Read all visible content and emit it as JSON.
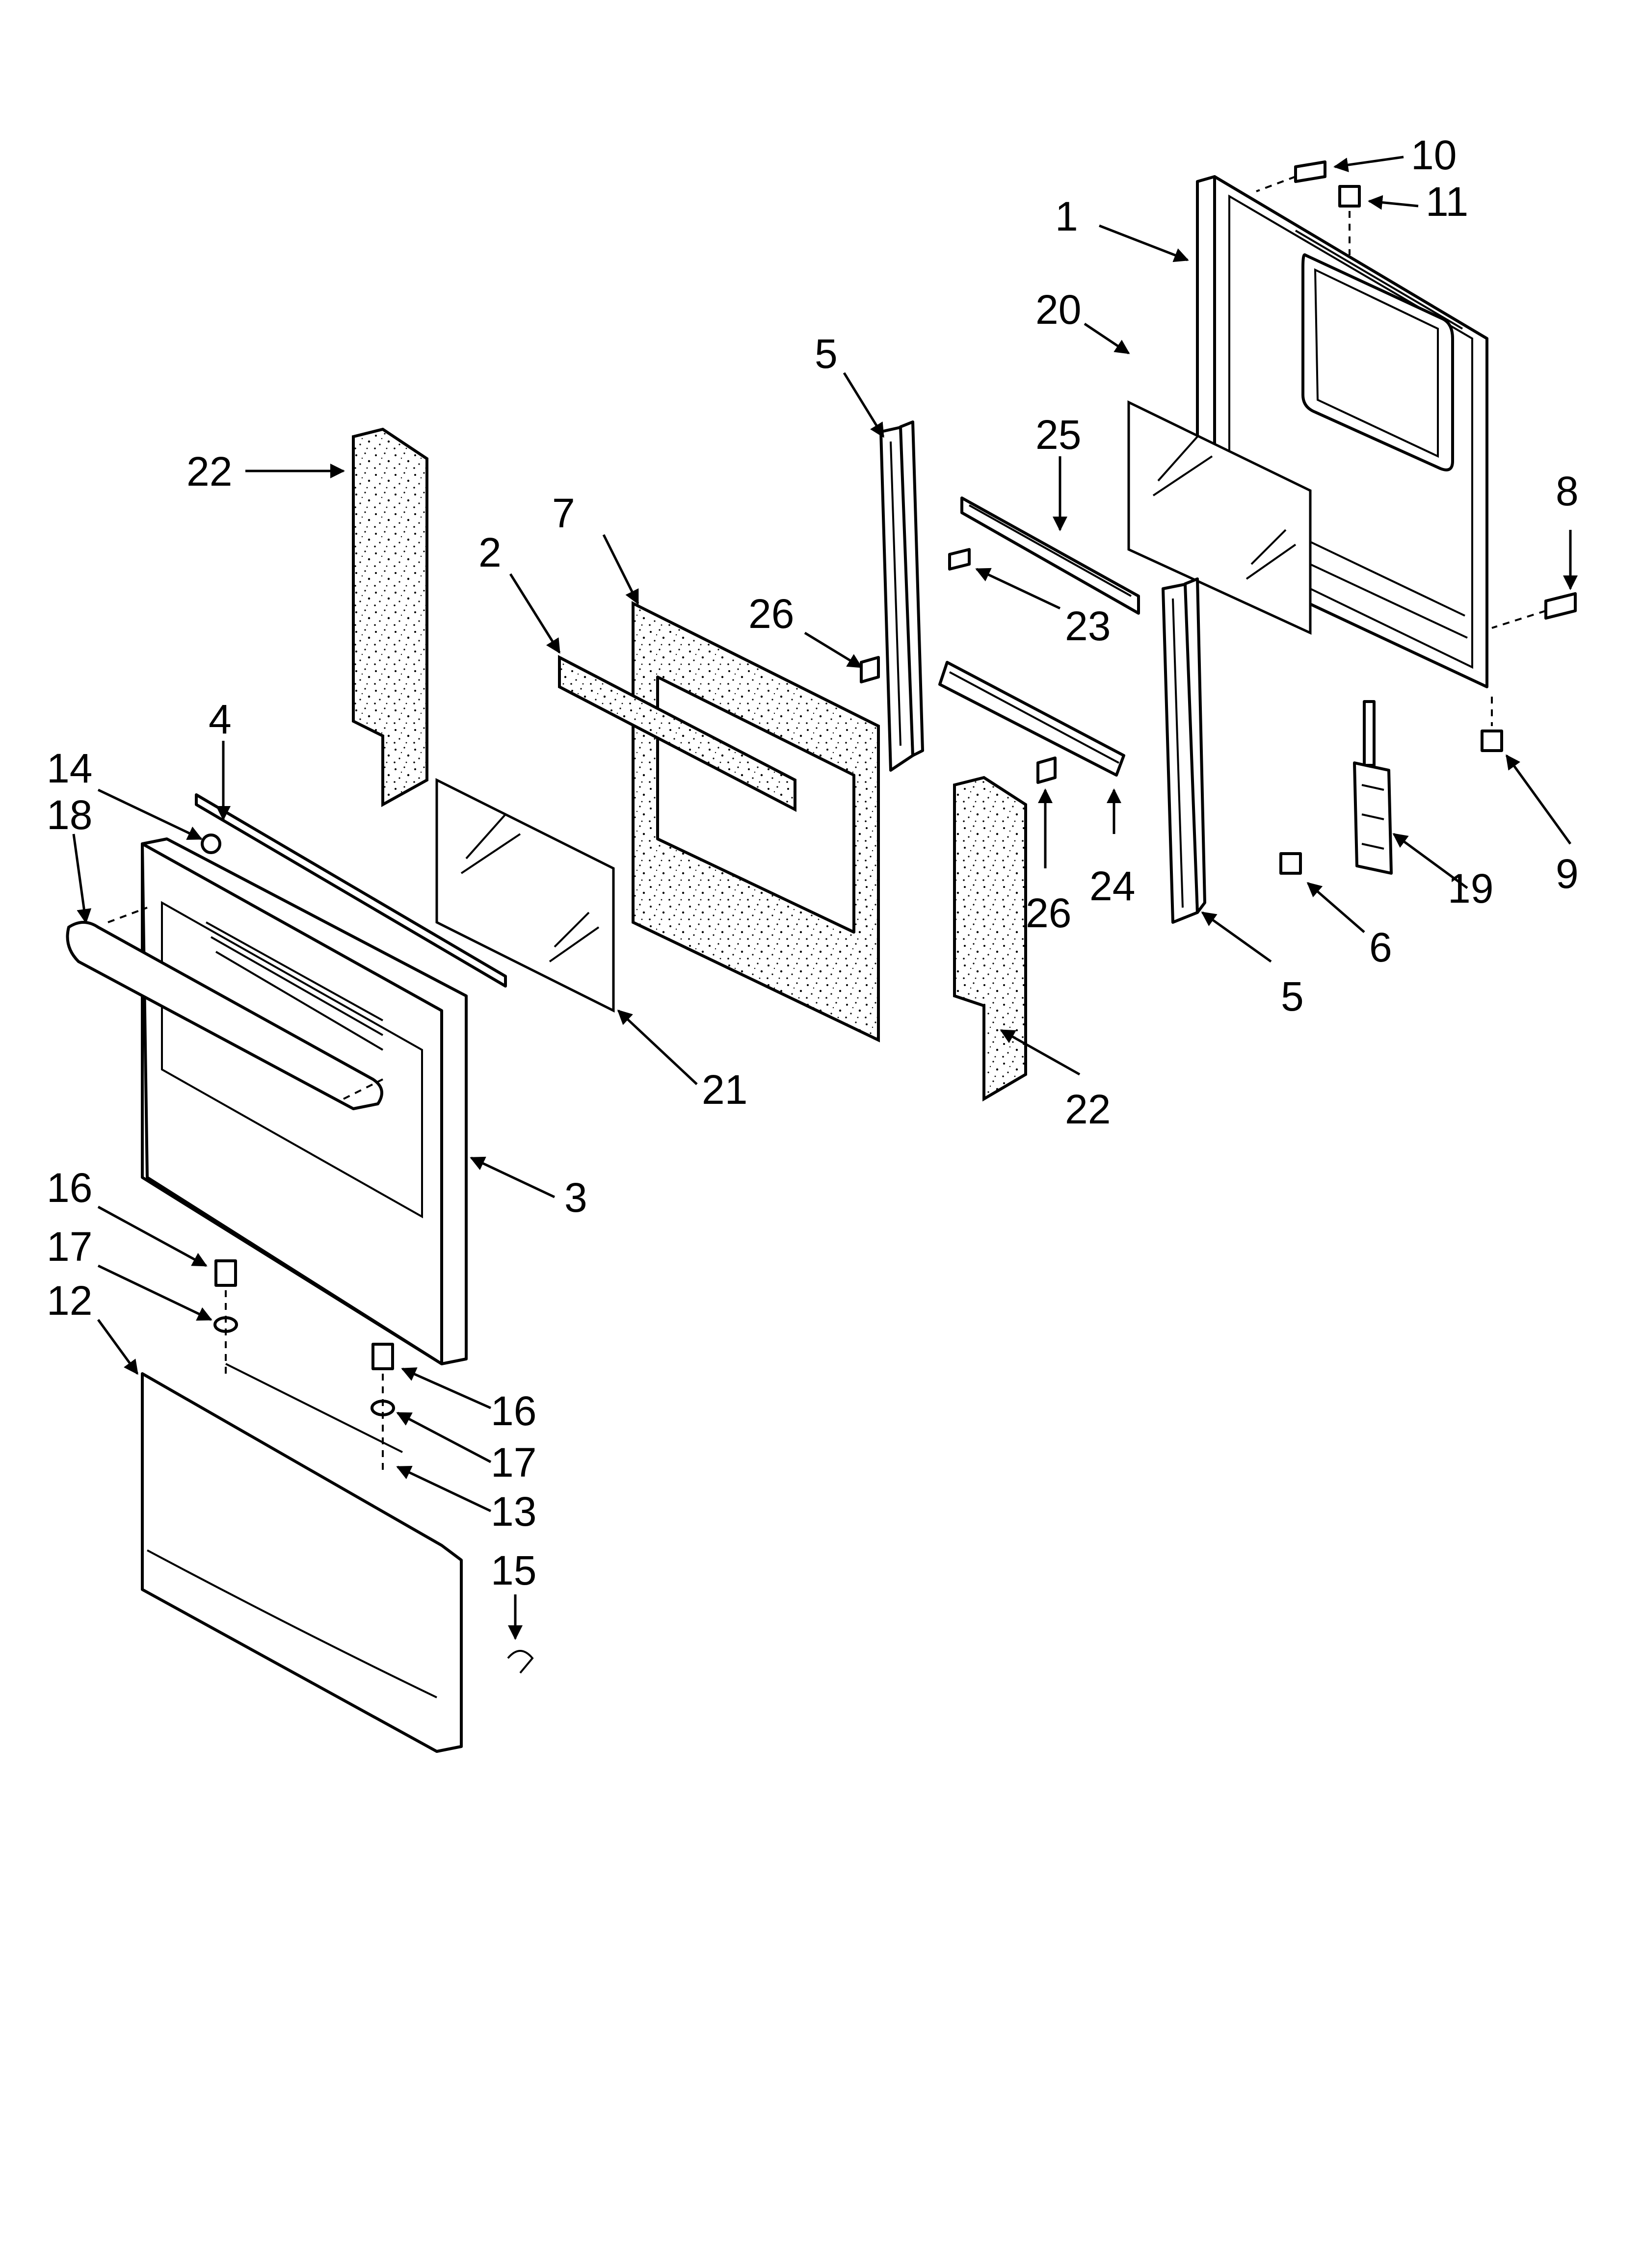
{
  "diagram": {
    "callouts": [
      {
        "id": "c-1",
        "text": "1"
      },
      {
        "id": "c-2",
        "text": "2"
      },
      {
        "id": "c-3",
        "text": "3"
      },
      {
        "id": "c-4",
        "text": "4"
      },
      {
        "id": "c-5a",
        "text": "5"
      },
      {
        "id": "c-5b",
        "text": "5"
      },
      {
        "id": "c-6",
        "text": "6"
      },
      {
        "id": "c-7",
        "text": "7"
      },
      {
        "id": "c-8",
        "text": "8"
      },
      {
        "id": "c-9",
        "text": "9"
      },
      {
        "id": "c-10",
        "text": "10"
      },
      {
        "id": "c-11",
        "text": "11"
      },
      {
        "id": "c-12",
        "text": "12"
      },
      {
        "id": "c-13",
        "text": "13"
      },
      {
        "id": "c-14",
        "text": "14"
      },
      {
        "id": "c-15",
        "text": "15"
      },
      {
        "id": "c-16a",
        "text": "16"
      },
      {
        "id": "c-16b",
        "text": "16"
      },
      {
        "id": "c-17a",
        "text": "17"
      },
      {
        "id": "c-17b",
        "text": "17"
      },
      {
        "id": "c-18",
        "text": "18"
      },
      {
        "id": "c-19",
        "text": "19"
      },
      {
        "id": "c-20",
        "text": "20"
      },
      {
        "id": "c-21",
        "text": "21"
      },
      {
        "id": "c-22a",
        "text": "22"
      },
      {
        "id": "c-22b",
        "text": "22"
      },
      {
        "id": "c-23",
        "text": "23"
      },
      {
        "id": "c-24",
        "text": "24"
      },
      {
        "id": "c-25",
        "text": "25"
      },
      {
        "id": "c-26a",
        "text": "26"
      },
      {
        "id": "c-26b",
        "text": "26"
      }
    ]
  }
}
